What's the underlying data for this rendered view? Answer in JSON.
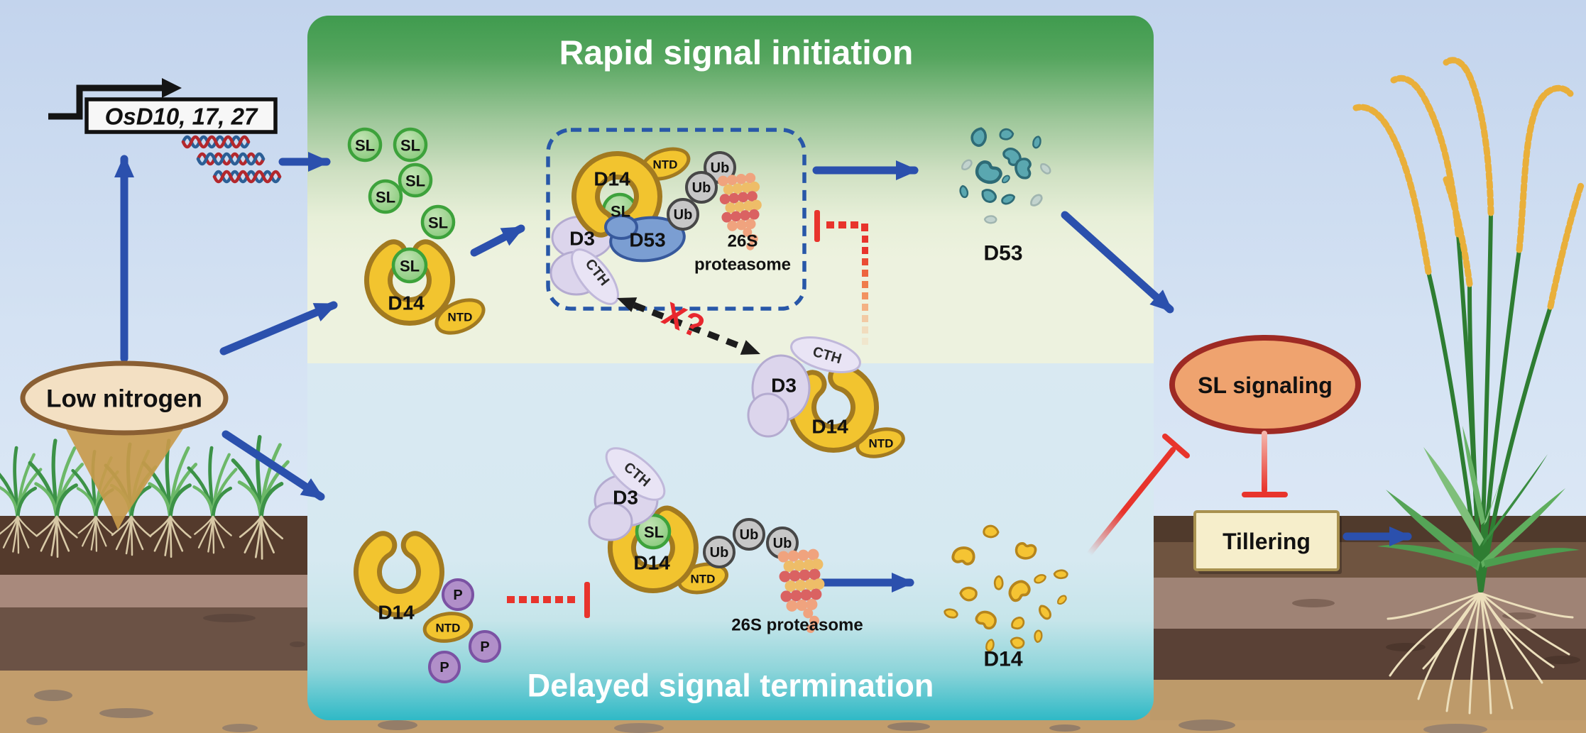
{
  "banners": {
    "top": "Rapid signal initiation",
    "bottom": "Delayed signal termination"
  },
  "gene": {
    "label": "OsD10, 17, 27"
  },
  "inputs": {
    "low_nitrogen": "Low nitrogen"
  },
  "outputs": {
    "sl_signaling": "SL signaling",
    "tillering": "Tillering"
  },
  "molecules": {
    "sl": "SL",
    "d14": "D14",
    "ntd": "NTD",
    "d3": "D3",
    "d53": "D53",
    "cth": "CTH",
    "ub": "Ub",
    "phosphate": "P"
  },
  "proteasome": {
    "line1": "26S",
    "line2": "proteasome",
    "full": "26S proteasome"
  },
  "fragments": {
    "d53": "D53",
    "d14": "D14"
  },
  "annotations": {
    "unknown_interaction": "X?"
  },
  "colors": {
    "arrow_blue": "#2b50ad",
    "inhibit_red": "#e8342c",
    "panel_green": "#3f9b4e",
    "panel_teal": "#2fb9c6",
    "d14_yellow": "#f2c42f",
    "d14_outline": "#a27a20",
    "sl_green": "#7cc46f",
    "d53_blue": "#7b9ed2",
    "d3_lavender": "#dcd5ec",
    "ub_gray": "#c7c7c7",
    "phosphate_purple": "#b18fc9",
    "proteasome_salmon": "#f0a37e",
    "sl_signaling_fill": "#efa36f",
    "tillering_fill": "#f6eecb",
    "low_nitrogen_fill": "#f3e0c3",
    "d53_fragment_teal": "#5aa7b0",
    "dashed_box_blue": "#2857a8"
  }
}
